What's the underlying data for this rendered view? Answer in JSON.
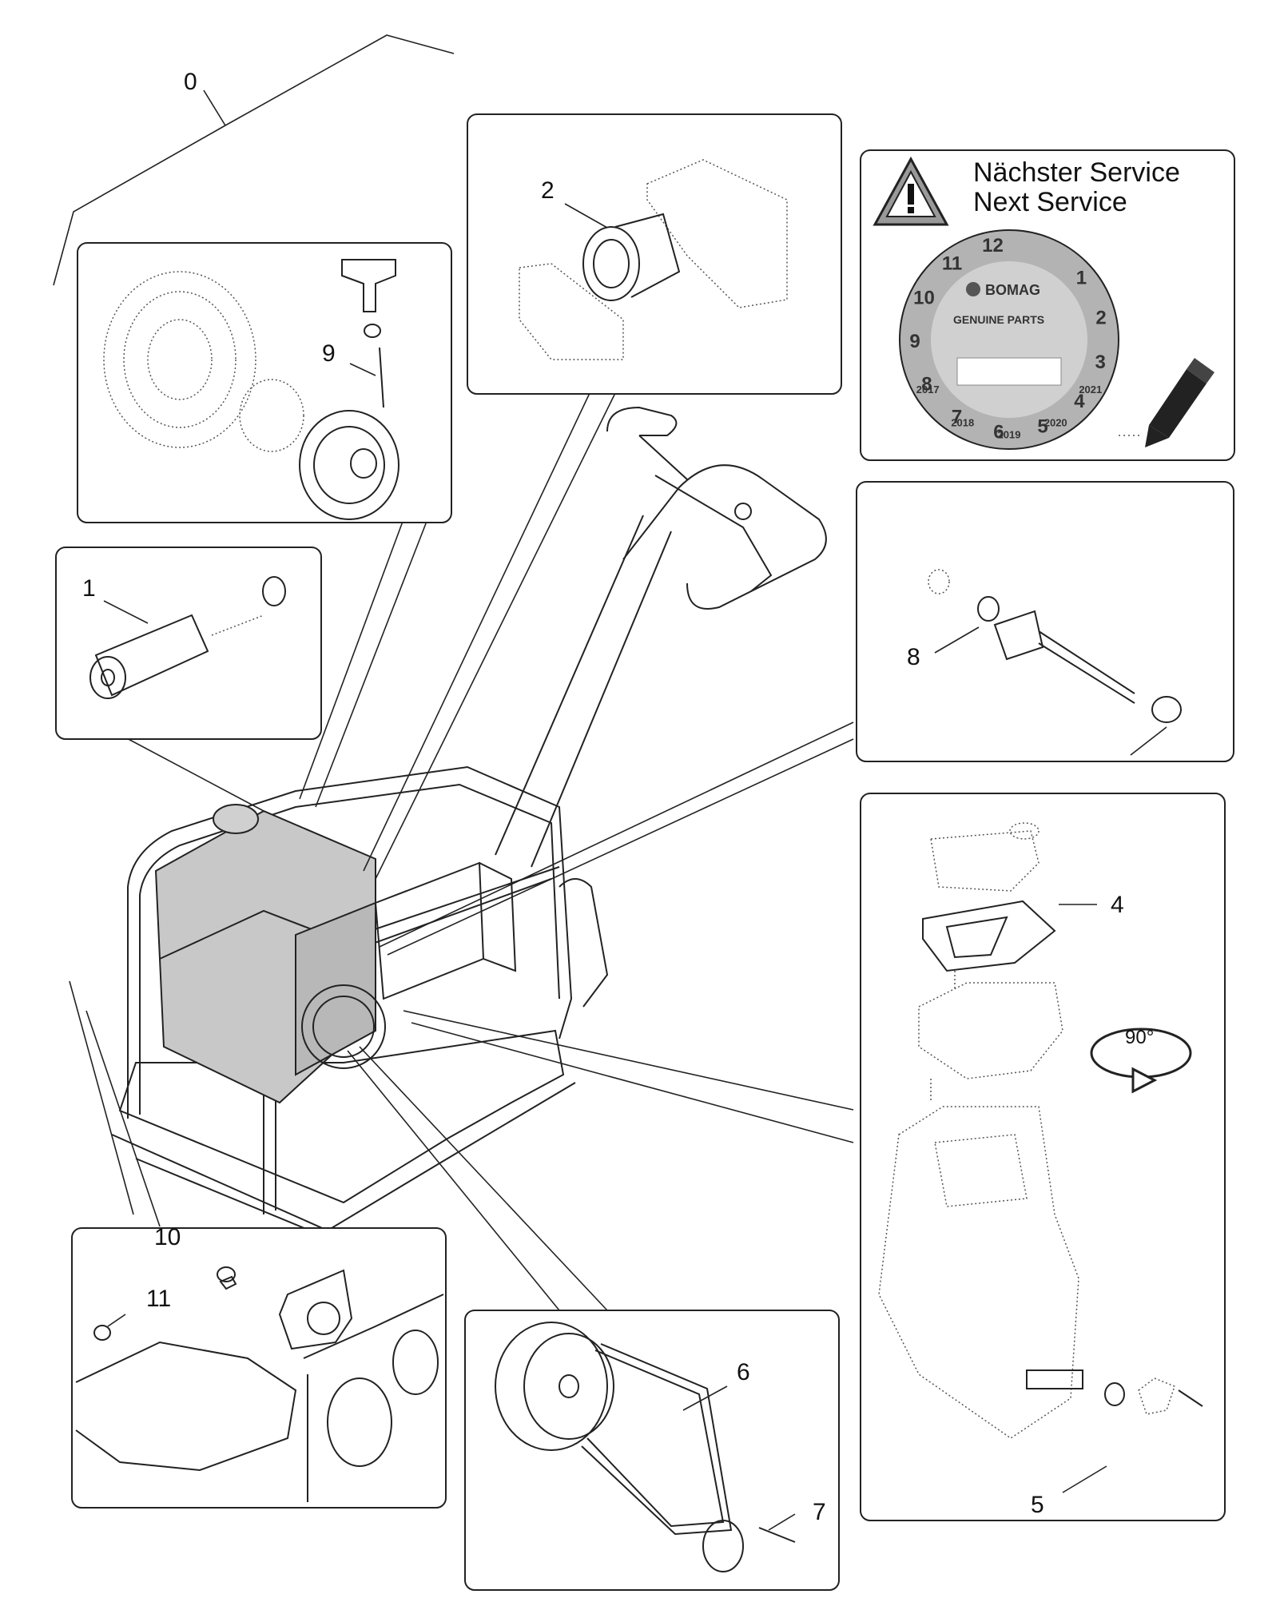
{
  "callouts": {
    "c0": "0",
    "c1": "1",
    "c2": "2",
    "c4": "4",
    "c5": "5",
    "c6": "6",
    "c7": "7",
    "c8": "8",
    "c9": "9",
    "c10": "10",
    "c11": "11"
  },
  "service_label": {
    "line1": "Nächster Service",
    "line2": "Next Service"
  },
  "service_dial": {
    "months": [
      "1",
      "2",
      "3",
      "4",
      "5",
      "6",
      "7",
      "8",
      "9",
      "10",
      "11",
      "12"
    ],
    "years": [
      "2017",
      "2018",
      "2019",
      "2020",
      "2021"
    ],
    "brand": "BOMAG",
    "subtitle": "GENUINE PARTS"
  },
  "rotation_label": "90°",
  "icons": [
    "warning-triangle-icon",
    "pencil-icon",
    "rotate-arrow-icon"
  ]
}
